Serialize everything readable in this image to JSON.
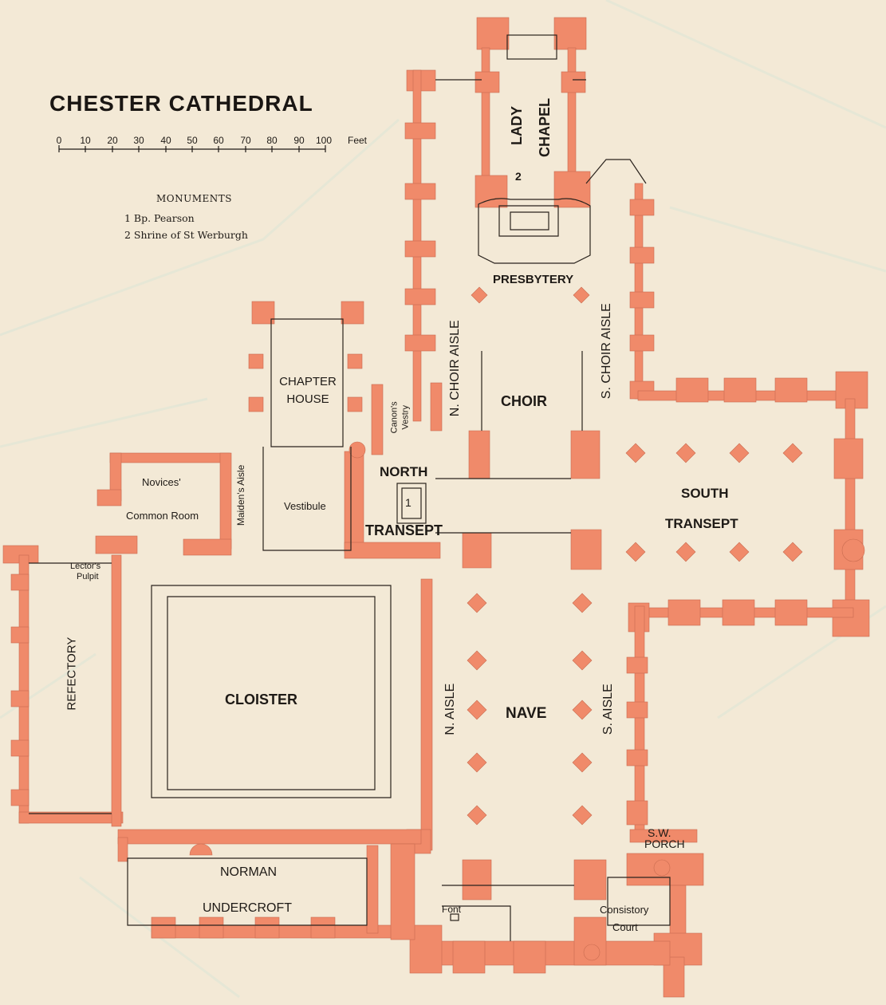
{
  "map": {
    "title": "CHESTER CATHEDRAL",
    "scale": {
      "ticks": [
        "0",
        "10",
        "20",
        "30",
        "40",
        "50",
        "60",
        "70",
        "80",
        "90",
        "100"
      ],
      "unit": "Feet"
    },
    "legend": {
      "heading": "MONUMENTS",
      "items": [
        "1 Bp. Pearson",
        "2 Shrine of St Werburgh"
      ]
    },
    "markers": {
      "pearson": "1",
      "werburgh": "2"
    },
    "labels": {
      "lady_chapel_1": "LADY",
      "lady_chapel_2": "CHAPEL",
      "presbytery": "PRESBYTERY",
      "choir": "CHOIR",
      "n_choir_aisle": "N. CHOIR AISLE",
      "s_choir_aisle": "S. CHOIR AISLE",
      "chapter_house_1": "CHAPTER",
      "chapter_house_2": "HOUSE",
      "canons_vestry_1": "Canon's",
      "canons_vestry_2": "Vestry",
      "north_transept_1": "NORTH",
      "north_transept_2": "TRANSEPT",
      "south_transept_1": "SOUTH",
      "south_transept_2": "TRANSEPT",
      "vestibule": "Vestibule",
      "maidens_aisle": "Maiden's Aisle",
      "novices_1": "Novices'",
      "novices_2": "Common Room",
      "lectors_1": "Lector's",
      "lectors_2": "Pulpit",
      "refectory": "REFECTORY",
      "cloister": "CLOISTER",
      "n_aisle": "N. AISLE",
      "nave": "NAVE",
      "s_aisle": "S. AISLE",
      "sw_porch_1": "S.W.",
      "sw_porch_2": "PORCH",
      "undercroft_1": "NORMAN",
      "undercroft_2": "UNDERCROFT",
      "font": "Font",
      "consistory_1": "Consistory",
      "consistory_2": "Court"
    },
    "colors": {
      "paper": "#f3e9d6",
      "wall": "#f08a6a",
      "ink": "#1e1a16"
    }
  }
}
